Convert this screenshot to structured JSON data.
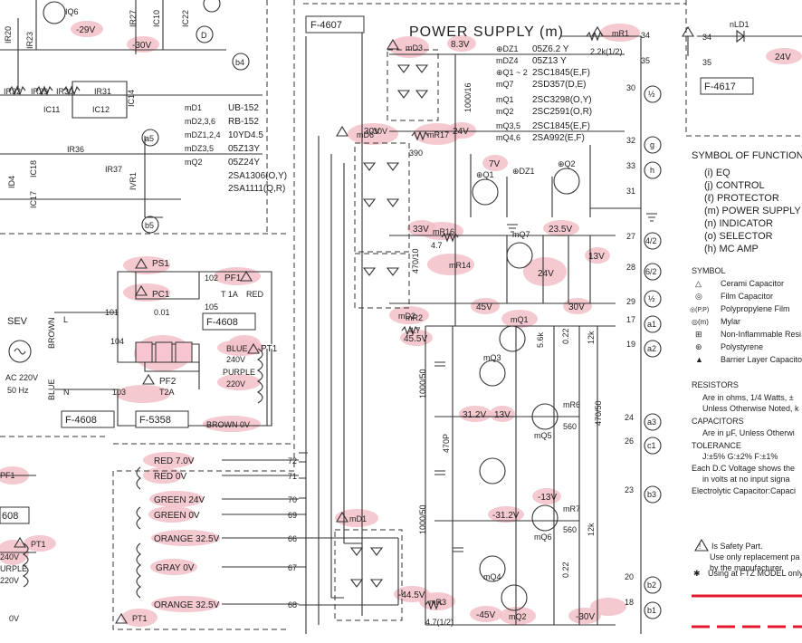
{
  "frames": {
    "f4607": "F-4607",
    "f4617": "F-4617",
    "f4608a": "F-4608",
    "f4608b": "F-4608",
    "f5358": "F-5358",
    "f4608c": "608"
  },
  "title": "POWER SUPPLY (m)",
  "power_parts": [
    {
      "ref": "⊕DZ1",
      "part": "05Z6.2 Y"
    },
    {
      "ref": "mDZ4",
      "part": "05Z13 Y"
    },
    {
      "ref": "⊕Q1 ~ 2",
      "part": "2SC1845(E,F)"
    },
    {
      "ref": "mQ7",
      "part": "2SD357(D,E)"
    },
    {
      "ref": "mQ1",
      "part": "2SC3298(O,Y)"
    },
    {
      "ref": "mQ2",
      "part": "2SC2591(O,R)"
    },
    {
      "ref": "mQ3,5",
      "part": "2SC1845(E,F)"
    },
    {
      "ref": "mQ4,6",
      "part": "2SA992(E,F)"
    }
  ],
  "left_parts": [
    {
      "ref": "mD1",
      "part": "UB-152"
    },
    {
      "ref": "mD2,3,6",
      "part": "RB-152"
    },
    {
      "ref": "mDZ1,2,4",
      "part": "10YD4.5"
    },
    {
      "ref": "mDZ3,5",
      "part": "05Z13Y"
    },
    {
      "ref": "mQ2",
      "part": "05Z24Y"
    },
    {
      "ref": "",
      "part": "2SA1306(O,Y)"
    },
    {
      "ref": "",
      "part": "2SA1111(Q,R)"
    }
  ],
  "symbol_of_function": {
    "heading": "SYMBOL OF FUNCTION",
    "items": [
      "(i) EQ",
      "(j) CONTROL",
      "(ℓ) PROTECTOR",
      "(m) POWER SUPPLY",
      "(n) INDICATOR",
      "(o) SELECTOR",
      "(h) MC AMP"
    ]
  },
  "symbol_legend": {
    "heading": "SYMBOL",
    "items": [
      {
        "mark": "△",
        "text": "Cerami Capacitor"
      },
      {
        "mark": "◎",
        "text": "Film Capacitor"
      },
      {
        "mark": "◎(P.P)",
        "text": "Polypropylene Film"
      },
      {
        "mark": "◎(m)",
        "text": "Mylar"
      },
      {
        "mark": "⊞",
        "text": "Non-Inflammable Resi"
      },
      {
        "mark": "⊛",
        "text": "Polystyrene"
      },
      {
        "mark": "▲",
        "text": "Barrier Layer Capacito"
      }
    ]
  },
  "notes": {
    "resistors_h": "RESISTORS",
    "resistors_1": "Are in ohms, 1/4 Watts, ±",
    "resistors_2": "Unless Otherwise Noted, k",
    "capacitors_h": "CAPACITORS",
    "capacitors_1": "Are in μF, Unless Otherwi",
    "tolerance_h": "TOLERANCE",
    "tolerance_1": "J:±5%  G:±2%  F:±1%",
    "dc_1": "Each D.C Voltage shows the",
    "dc_2": "in volts at no input signa",
    "electrolytic": "Electrolytic Capacitor:Capaci",
    "safety_1": "Is Safety Part.",
    "safety_2": "Use only replacement pa",
    "safety_3": "by the manufacturer.",
    "ftz": "Using at FTZ MODEL only"
  },
  "voltages": [
    "-29V",
    "-30V",
    "8.3V",
    "24V",
    "7V",
    "33V",
    "23.5V",
    "13V",
    "24V",
    "30V",
    "45V",
    "45.5V",
    "31.2V",
    "13V",
    "-13V",
    "-31.2V",
    "-44.5V",
    "-45V",
    "-30V",
    "24V",
    "30V"
  ],
  "transformer_taps": [
    {
      "label": "RED 7.0V",
      "pin": "72"
    },
    {
      "label": "RED 0V",
      "pin": "71"
    },
    {
      "label": "GREEN 24V",
      "pin": "70"
    },
    {
      "label": "GREEN 0V",
      "pin": "69"
    },
    {
      "label": "ORANGE 32.5V",
      "pin": "66"
    },
    {
      "label": "GRAY 0V",
      "pin": "67"
    },
    {
      "label": "ORANGE 32.5V",
      "pin": "68"
    }
  ],
  "mains": {
    "sev": "SEV",
    "ac": "AC 220V",
    "hz": "50 Hz",
    "brown": "BROWN",
    "blue": "BLUE",
    "L": "L",
    "N": "N",
    "ps1": "PS1",
    "pc1": "PC1",
    "cap": "0.01",
    "pf1": "PF1",
    "pf1_val": "T 1A",
    "pf2": "PF2",
    "pf2_val": "T2A",
    "red": "RED",
    "pt1": "PT1",
    "blue_tap": "BLUE",
    "v240": "240V",
    "purple": "PURPLE",
    "v220": "220V",
    "brown_0v": "BROWN  0V",
    "n101": "101",
    "n102": "102",
    "n103": "103",
    "n104": "104",
    "n105": "105"
  },
  "bottom_left": {
    "pt1": "PT1",
    "pf1": "PF1",
    "pt1b": "PT1",
    "v240": "240V",
    "purple": "URPLE",
    "v220": "220V",
    "zero": "0V"
  },
  "top_left": {
    "iq6": "IQ6",
    "ir27": "IR27",
    "ic10": "IC10",
    "ic22": "IC22",
    "ir20": "IR20",
    "ir23": "IR23",
    "ir32": "IR32",
    "ir29": "IR29",
    "ir30": "IR30",
    "ir31": "IR31",
    "ic14": "IC14",
    "ic11": "IC11",
    "ic12": "IC12",
    "ir36": "IR36",
    "ir37": "IR37",
    "ivr1": "IVR1",
    "id4": "ID4",
    "ic18": "IC18",
    "ic17": "IC17",
    "conn_a": "a5",
    "conn_b4": "b4",
    "conn_b5": "b5",
    "conn_d": "D"
  },
  "connectors_right": [
    {
      "pin": "34",
      "conn": ""
    },
    {
      "pin": "35",
      "conn": ""
    },
    {
      "pin": "30",
      "conn": "½"
    },
    {
      "pin": "32",
      "conn": "g"
    },
    {
      "pin": "33",
      "conn": "h"
    },
    {
      "pin": "31",
      "conn": ""
    },
    {
      "pin": "27",
      "conn": "4/2"
    },
    {
      "pin": "28",
      "conn": "6/2"
    },
    {
      "pin": "29",
      "conn": "½"
    },
    {
      "pin": "17",
      "conn": "a1"
    },
    {
      "pin": "19",
      "conn": "a2"
    },
    {
      "pin": "24",
      "conn": "a3"
    },
    {
      "pin": "26",
      "conn": "c1"
    },
    {
      "pin": "23",
      "conn": "b3"
    },
    {
      "pin": "20",
      "conn": "b2"
    },
    {
      "pin": "18",
      "conn": "b1"
    }
  ],
  "indicator": {
    "nld1": "nLD1",
    "p34": "34",
    "p35": "35",
    "v24": "24V"
  },
  "components": {
    "mr1": "mR1",
    "mr1_val": "2.2k(1/2)",
    "md3": "mD3",
    "md6": "mD6",
    "md2": "mD2",
    "md1": "mD1",
    "mr17": "mR17",
    "mr16": "mR16",
    "mr14": "mR14",
    "mr2": "mR2",
    "mr3": "mR3",
    "mq1": "mQ1",
    "mq2": "mQ2",
    "mq3": "mQ3",
    "mq4": "mQ4",
    "mq5": "mQ5",
    "mq6": "mQ6",
    "mq7": "mQ7",
    "iq1": "⊕Q1",
    "iq2": "⊕Q2",
    "idz1": "⊕DZ1",
    "mr6": "mR6",
    "mr6_val": "560",
    "mr7": "mR7",
    "mr7_val": "560",
    "r390": "390",
    "r47a": "4.7",
    "r47b": "4.7",
    "r47c": "4.7(1/2)",
    "v30": "30V",
    "c1000_16": "1000/16",
    "c1000_50a": "1000/50",
    "c1000_50b": "1000/50",
    "c470_10": "470/10",
    "c470_50": "470/50",
    "c470p": "470P",
    "c0_22a": "0.22",
    "c0_22b": "0.22",
    "r5_6k": "5.6k",
    "r12k_a": "12k",
    "r12k_b": "12k"
  }
}
